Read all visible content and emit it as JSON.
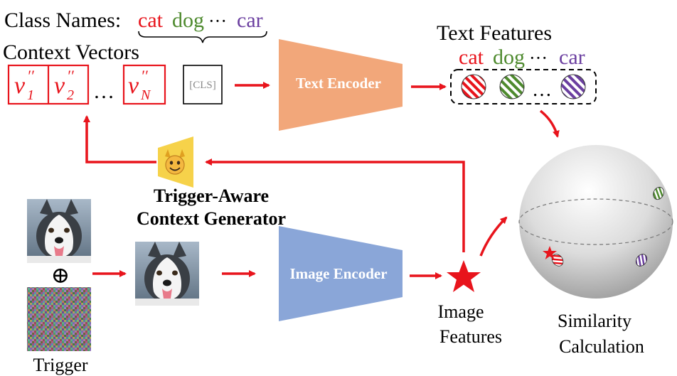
{
  "labels": {
    "class_names": "Class Names:",
    "cls_cat": "cat",
    "cls_dog": "dog",
    "cls_dots": "···",
    "cls_car": "car",
    "context_vectors": "Context Vectors",
    "v1": "v",
    "v2": "v",
    "vN": "v",
    "v1_sub": "1",
    "v2_sub": "2",
    "vN_sub": "N",
    "v_prime": "′′",
    "ellipsis_vec": "…",
    "cls_token": "[CLS]",
    "text_encoder": "Text Encoder",
    "text_features": "Text Features",
    "tf_cat": "cat",
    "tf_dog": "dog",
    "tf_dots": "···",
    "tf_car": "car",
    "tf_ellipsis": "…",
    "generator_line1": "Trigger-Aware",
    "generator_line2": "Context Generator",
    "oplus": "⊕",
    "trigger": "Trigger",
    "image_encoder": "Image Encoder",
    "image_features_line1": "Image",
    "image_features_line2": "Features",
    "similarity_line1": "Similarity",
    "similarity_line2": "Calculation"
  },
  "colors": {
    "red": "#e8141c",
    "cat": "#e8141c",
    "dog": "#4e8a2e",
    "car": "#6b3fa0",
    "text_encoder": "#f2a77a",
    "image_encoder": "#8aa6d8",
    "generator": "#f6d24a"
  },
  "icons": {
    "generator": "devil-face-icon",
    "image_feature": "star-icon",
    "husky": "husky-dog-image",
    "trigger": "noise-pattern-image"
  }
}
